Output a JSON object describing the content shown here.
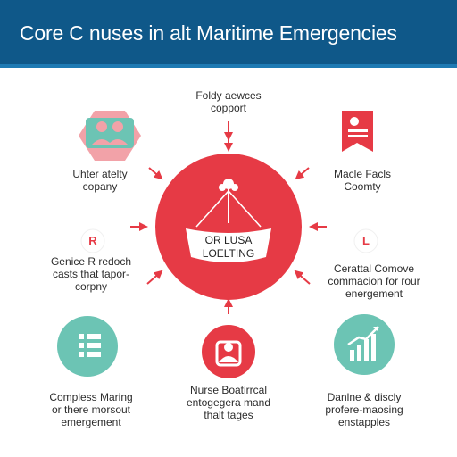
{
  "header": {
    "title": "Core C nuses in alt Maritime Emergencies"
  },
  "center": {
    "line1": "OR LUSA",
    "line2": "LOELTING"
  },
  "nodes": {
    "top": {
      "line1": "Foldy aewces",
      "line2": "copport"
    },
    "upper_left": {
      "line1": "Uhter atelty",
      "line2": "copany"
    },
    "upper_right": {
      "line1": "Macle Facls",
      "line2": "Coomty"
    },
    "mid_left": {
      "badge": "R",
      "line1": "Genice R redoch",
      "line2": "casts that tapor-",
      "line3": "corpny"
    },
    "mid_right": {
      "badge": "L",
      "line1": "Cerattal Comove",
      "line2": "commacion for rour",
      "line3": "energement"
    },
    "bottom_left": {
      "line1": "Compless Maring",
      "line2": "or there morsout",
      "line3": "emergement"
    },
    "bottom_center": {
      "line1": "Nurse Boatirrcal",
      "line2": "entogegera mand",
      "line3": "thalt tages"
    },
    "bottom_right": {
      "line1": "Danlne & discly",
      "line2": "profere-maosing",
      "line3": "enstapples"
    }
  },
  "colors": {
    "banner": "#0f5889",
    "accent_red": "#e63a45",
    "teal": "#6cc4b4",
    "pink": "#f2a2a8"
  }
}
